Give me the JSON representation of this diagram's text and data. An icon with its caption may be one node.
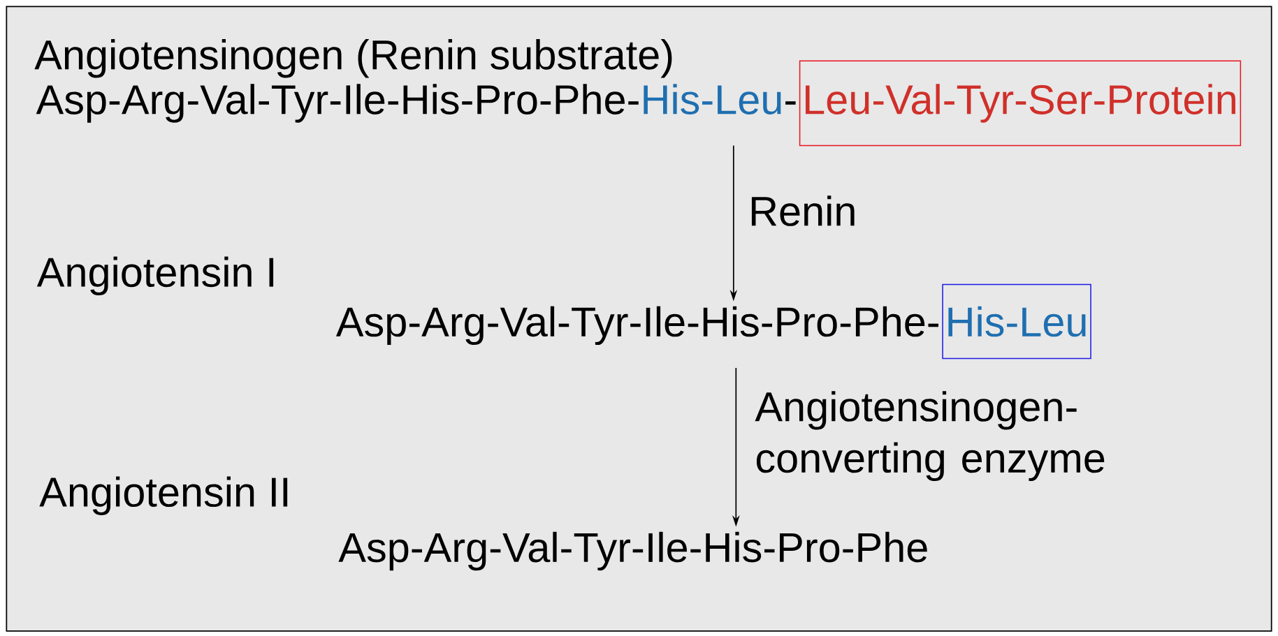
{
  "diagram": {
    "nodes": [
      {
        "text": [
          "Asp-Arg-Val-Tyr-Ile-His-Pro-Phe-",
          "His-Leu",
          "-"
        ],
        "beside": [
          "Angiotensinogen (Renin substrate)"
        ]
      },
      {
        "text": [
          "Leu-Val-Tyr-Ser-Protein"
        ]
      },
      {
        "text": [
          "Asp-Arg-Val-Tyr-Ile-His-Pro-Phe-"
        ],
        "beside": [
          "Angiotensin I"
        ]
      },
      {
        "text": [
          "His-Leu"
        ]
      },
      {
        "text": [
          "Asp-Arg-Val-Tyr-Ile-His-Pro-Phe"
        ],
        "beside": [
          "Angiotensin II"
        ]
      }
    ],
    "edges": [
      {
        "from": 0,
        "to": 2,
        "arrow": "to",
        "label": "Renin"
      },
      {
        "from": 2,
        "to": 4,
        "arrow": "to",
        "label": "Angiotensinogen- converting enzyme"
      }
    ]
  }
}
